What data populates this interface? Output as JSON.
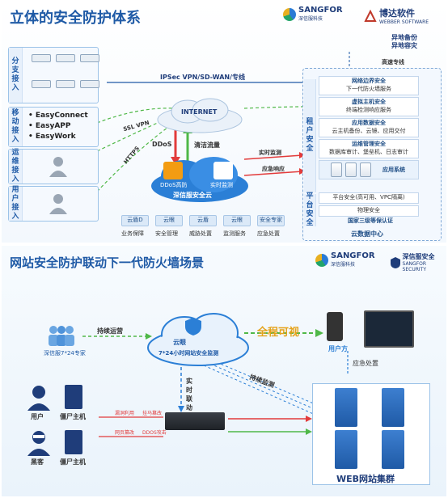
{
  "panel1": {
    "title": "立体的安全防护体系",
    "logo_sangfor": "SANGFOR",
    "logo_sangfor_sub": "深信服科技",
    "logo_partner": "博达软件",
    "logo_partner_sub": "WEBBER SOFTWARE",
    "left_groups": [
      {
        "label": "分支接入"
      },
      {
        "label": "移动接入",
        "items": [
          "EasyConnect",
          "EasyAPP",
          "EasyWork"
        ]
      },
      {
        "label": "运维接入"
      },
      {
        "label": "用户接入"
      }
    ],
    "link_label": "IPSec VPN/SD-WAN/专线",
    "internet": "INTERNET",
    "ssl_vpn": "SSL VPN",
    "https": "HTTPS",
    "ddos": "DDoS",
    "clean_traffic": "清洁流量",
    "cloud_items": [
      "DDoS高防",
      "实时监测"
    ],
    "cloud_name": "深信服安全云",
    "realtime_monitor": "实时监测",
    "emergency_response": "应急响应",
    "tenant_security": "租户安全",
    "backup": [
      "异地备份",
      "异地容灾"
    ],
    "high_speed": "高速专线",
    "dc_rows": [
      {
        "h": "网络边界安全",
        "s": "下一代防火墙服务"
      },
      {
        "h": "虚拟主机安全",
        "s": "终端检测响应服务"
      },
      {
        "h": "应用数据安全",
        "s": "云主机备份、云镜、应用交付"
      },
      {
        "h": "运维管理安全",
        "s": "数据库审计、堡垒机、日志审计"
      }
    ],
    "app_system": "应用系统",
    "platform_security": "平台安全",
    "platform_rows": [
      "平台安全(高可用、VPC隔离)",
      "物理安全"
    ],
    "compliance": "国家三级等保认证",
    "cloud_dc": "云数据中心",
    "bottom_icons": [
      {
        "icon": "云盾D",
        "label": "业务保障"
      },
      {
        "icon": "云眼",
        "label": "安全管理"
      },
      {
        "icon": "云盾",
        "label": "威胁处置"
      },
      {
        "icon": "云眼",
        "label": "监测服务"
      },
      {
        "icon": "安全专家",
        "label": "应急处置"
      }
    ]
  },
  "panel2": {
    "title": "网站安全防护联动下一代防火墙场景",
    "logo_sangfor": "SANGFOR",
    "logo_sangfor_sub": "深信服科技",
    "logo_security": "深信服安全",
    "logo_security_sub": "SANGFOR SECURITY",
    "experts_label": "深信服7*24专家",
    "continuous_ops": "持续运营",
    "cloud_eye": "云眼",
    "cloud_eye_sub": "7*24小时网站安全监测",
    "full_visible": "全程可视",
    "user_side": "用户方",
    "emergency": "应急处置",
    "realtime_link": "实时联动",
    "continuous_monitor": "持续监测",
    "user": "用户",
    "zombie1": "僵尸主机",
    "hacker": "黑客",
    "zombie2": "僵尸主机",
    "attack_tags": [
      "漏洞利用",
      "挂马篡改",
      "网页篡改",
      "DDOS攻击"
    ],
    "web_cluster": "WEB网站集群"
  },
  "colors": {
    "title_blue": "#1f5aa6",
    "green_accent": "#4fb848",
    "red_arrow": "#e23b3b",
    "cloud_blue": "#2b7fd6"
  }
}
